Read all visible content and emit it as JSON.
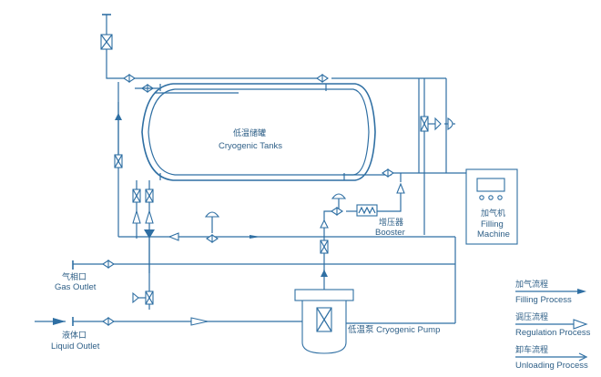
{
  "tank": {
    "label_cn": "低温储罐",
    "label_en": "Cryogenic Tanks"
  },
  "booster": {
    "label_cn": "增压器",
    "label_en": "Booster"
  },
  "filling_machine": {
    "label_cn": "加气机",
    "label_en_1": "Filling",
    "label_en_2": "Machine"
  },
  "gas_outlet": {
    "label_cn": "气相口",
    "label_en": "Gas Outlet"
  },
  "liquid_outlet": {
    "label_cn": "液体口",
    "label_en": "Liquid Outlet"
  },
  "pump": {
    "label": "低温泵 Cryogenic Pump"
  },
  "legend": [
    {
      "cn": "加气流程",
      "en": "Filling Process",
      "style": "filled-arrow"
    },
    {
      "cn": "调压流程",
      "en": "Regulation Process",
      "style": "hollow-arrow"
    },
    {
      "cn": "卸车流程",
      "en": "Unloading Process",
      "style": "open-arrow"
    }
  ],
  "colors": {
    "line": "#2f6fa3",
    "text": "#2e5f87",
    "background": "#ffffff"
  }
}
